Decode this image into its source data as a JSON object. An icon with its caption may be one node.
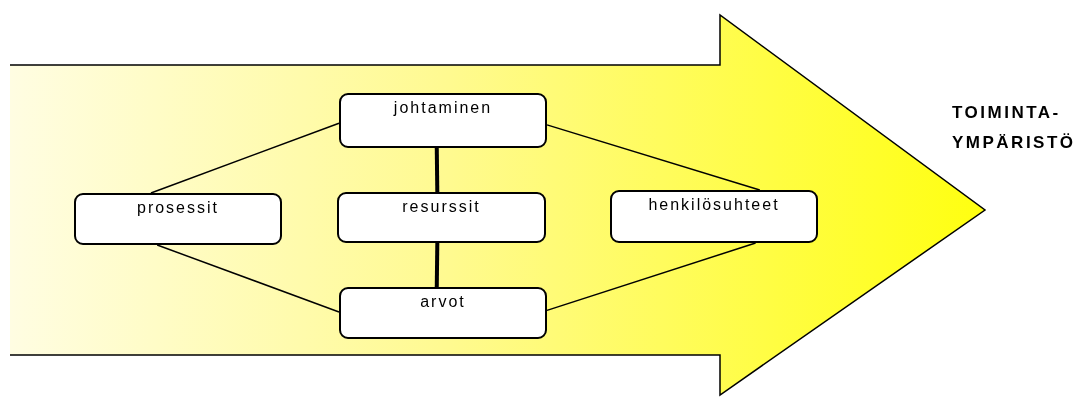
{
  "diagram": {
    "nodes": [
      {
        "text": [
          "johtaminen"
        ]
      },
      {
        "text": [
          "prosessit"
        ]
      },
      {
        "text": [
          "resurssit"
        ]
      },
      {
        "text": [
          "henkilösuhteet"
        ]
      },
      {
        "text": [
          "arvot"
        ]
      }
    ],
    "edges": [
      {
        "from": 1,
        "to": 0,
        "arrow": "none"
      },
      {
        "from": 0,
        "to": 2,
        "arrow": "none",
        "style": "thick"
      },
      {
        "from": 0,
        "to": 3,
        "arrow": "none"
      },
      {
        "from": 1,
        "to": 4,
        "arrow": "none"
      },
      {
        "from": 2,
        "to": 4,
        "arrow": "none",
        "style": "thick"
      },
      {
        "from": 3,
        "to": 4,
        "arrow": "none"
      }
    ],
    "labels": [
      "TOIMINTA- YMPÄRISTÖ"
    ]
  }
}
